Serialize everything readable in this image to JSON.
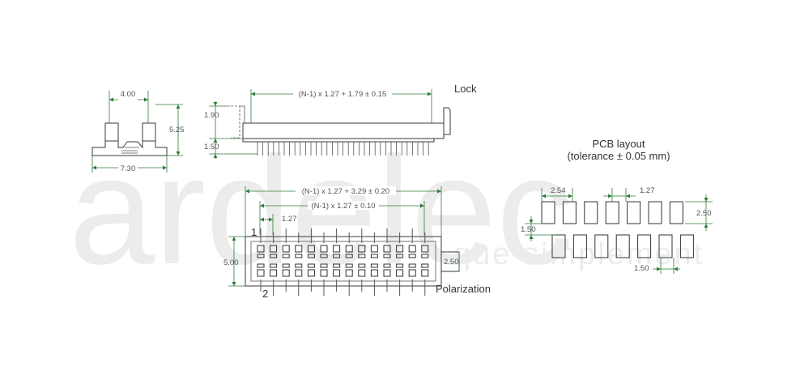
{
  "watermark": {
    "brand": "ardelec",
    "tagline": "que simplement"
  },
  "colors": {
    "outline": "#3a3a3a",
    "dimension_line": "#2f7d3a",
    "watermark": "#ececec",
    "text": "#333333"
  },
  "side_view": {
    "width_top": "4.00",
    "height": "5.25",
    "width_bottom": "7.30"
  },
  "front_view": {
    "label_lock": "Lock",
    "dim_top": "(N-1) x 1.27 + 1.79 ± 0.15",
    "dim_upper": "1.90",
    "dim_lower": "1.50"
  },
  "top_view": {
    "dim_overall": "(N-1) x 1.27 + 3.29 ± 0.20",
    "dim_pins": "(N-1) x 1.27 ± 0.10",
    "dim_pitch": "1.27",
    "dim_height": "5.00",
    "dim_polar": "2.50",
    "pin1": "1",
    "pin2": "2",
    "label_polarization": "Polarization"
  },
  "pcb_layout": {
    "title": "PCB layout",
    "tolerance": "(tolerance ± 0.05 mm)",
    "dim_row_pitch": "2.54",
    "dim_pitch": "1.27",
    "dim_pad_height": "2.50",
    "dim_offset": "1.50",
    "dim_pad_width": "1.50"
  }
}
